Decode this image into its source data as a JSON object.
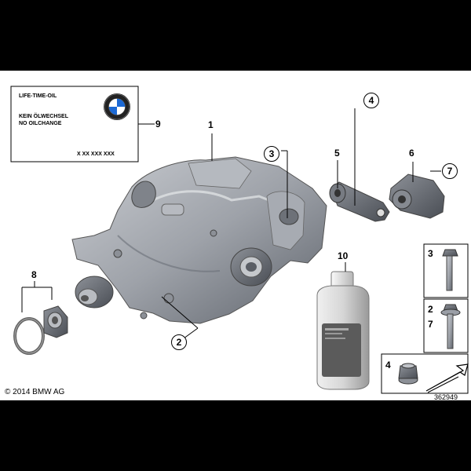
{
  "label_box": {
    "line1": "LIFE-TIME-OIL",
    "line2": "KEIN ÖLWECHSEL",
    "line3": "NO OILCHANGE",
    "part_number": "X XX XXX XXX",
    "logo": "bmw-roundel-icon"
  },
  "callouts": {
    "c1": "1",
    "c2": "2",
    "c3": "3",
    "c4": "4",
    "c5": "5",
    "c6": "6",
    "c7": "7",
    "c8": "8",
    "c9": "9",
    "c10": "10"
  },
  "side_panels": {
    "bolt_a_label": "3",
    "bolt_b_label_top": "2",
    "bolt_b_label_bottom": "7",
    "nut_label": "4"
  },
  "footer": {
    "copyright": "© 2014 BMW AG",
    "diagram_id": "362949"
  },
  "colors": {
    "frame": "#000000",
    "panel": "#ffffff",
    "metal": "#9a9ea6",
    "bottle": "#d8d8d8"
  }
}
